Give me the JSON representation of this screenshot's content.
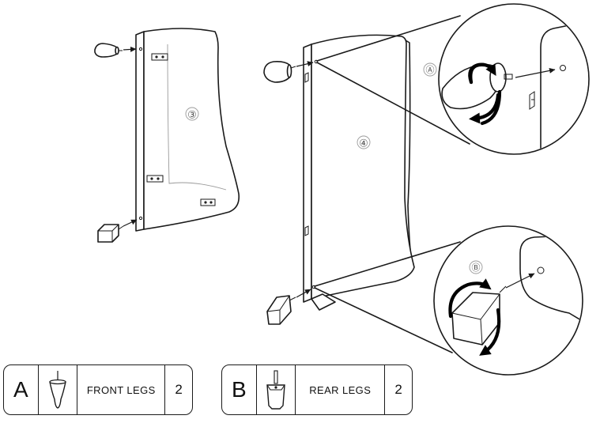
{
  "steps": {
    "step3": "③",
    "step4": "④"
  },
  "callouts": {
    "a": "Ⓐ",
    "b": "Ⓑ"
  },
  "parts": [
    {
      "letter": "A",
      "label": "FRONT LEGS",
      "qty": "2",
      "icon": "front-leg-icon"
    },
    {
      "letter": "B",
      "label": "REAR LEGS",
      "qty": "2",
      "icon": "rear-leg-icon"
    }
  ]
}
